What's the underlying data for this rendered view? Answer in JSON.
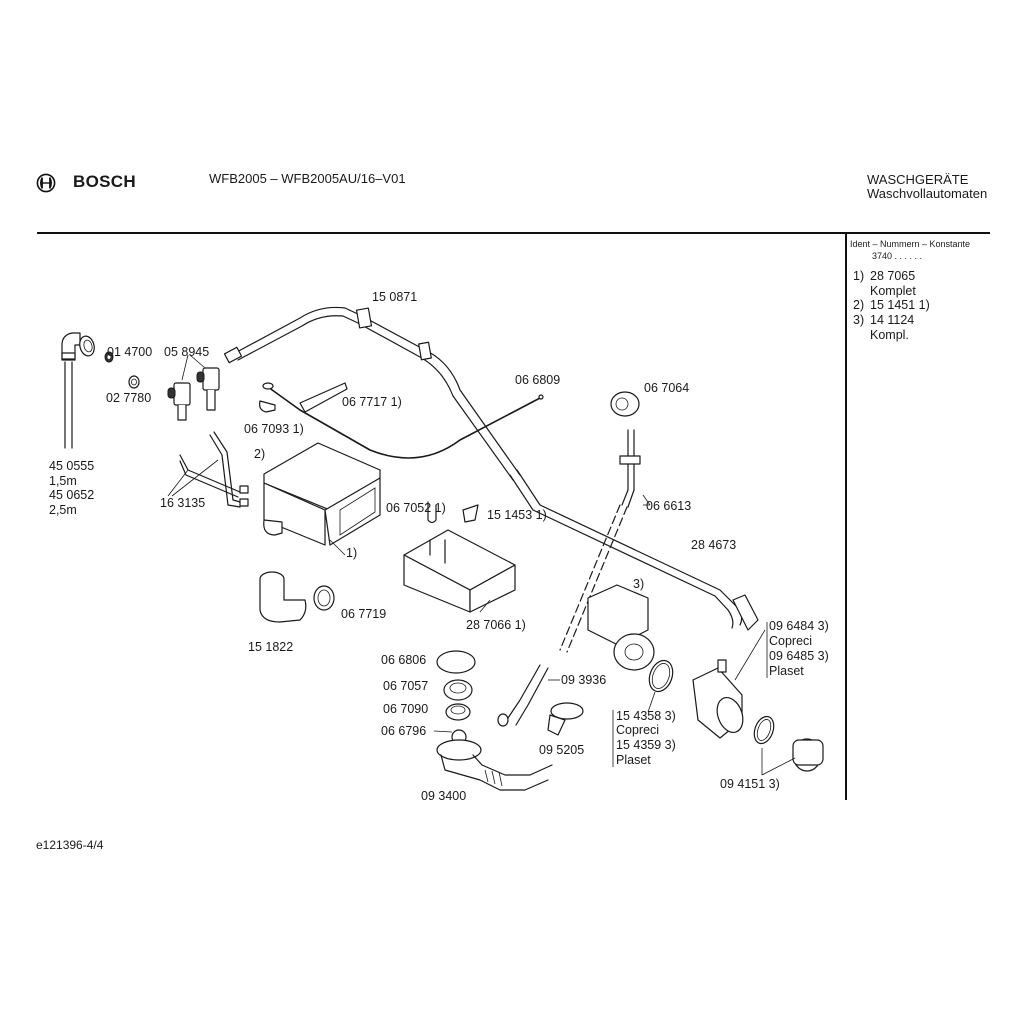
{
  "header": {
    "brand": "BOSCH",
    "logo_icon": "bosch-armature-icon",
    "model_title": "WFB2005 – WFB2005AU/16–V01",
    "category_line1": "WASCHGERÄTE",
    "category_line2": "Waschvollautomaten"
  },
  "sidebar": {
    "heading": "Ident – Nummern – Konstante",
    "constant": "3740  .  .    .  .  .  .",
    "notes": [
      {
        "marker": "1)",
        "text": "28 7065",
        "sub": "Komplet"
      },
      {
        "marker": "2)",
        "text": "15 1451 1)",
        "sub": ""
      },
      {
        "marker": "3)",
        "text": "14 1124",
        "sub": "Kompl."
      }
    ]
  },
  "parts": {
    "p150871": "15 0871",
    "p014700": "01 4700",
    "p058945": "05 8945",
    "p027780": "02 7780",
    "p066809": "06 6809",
    "p067064": "06 7064",
    "p067717": "06 7717  1)",
    "p067093": "06 7093  1)",
    "p_note2": "2)",
    "p450555": "45 0555",
    "p450555_len": "1,5m",
    "p450652": "45 0652",
    "p450652_len": "2,5m",
    "p163135": "16 3135",
    "p_note1": "1)",
    "p067052": "06 7052  1)",
    "p151453": "15 1453  1)",
    "p066613": "06 6613",
    "p284673": "28 4673",
    "p067719": "06 7719",
    "p151822": "15 1822",
    "p287066": "28 7066  1)",
    "p_note3": "3)",
    "p096484": "09 6484 3)",
    "p096484_brand": "Copreci",
    "p096485": "09 6485 3)",
    "p096485_brand": "Plaset",
    "p066806": "06 6806",
    "p067057": "06 7057",
    "p067090": "06 7090",
    "p066796": "06 6796",
    "p093936": "09 3936",
    "p095205": "09 5205",
    "p154358": "15 4358 3)",
    "p154358_brand": "Copreci",
    "p154359": "15 4359 3)",
    "p154359_brand": "Plaset",
    "p093400": "09 3400",
    "p094151": "09 4151 3)"
  },
  "footer": {
    "doc_id": "e121396-4/4"
  }
}
